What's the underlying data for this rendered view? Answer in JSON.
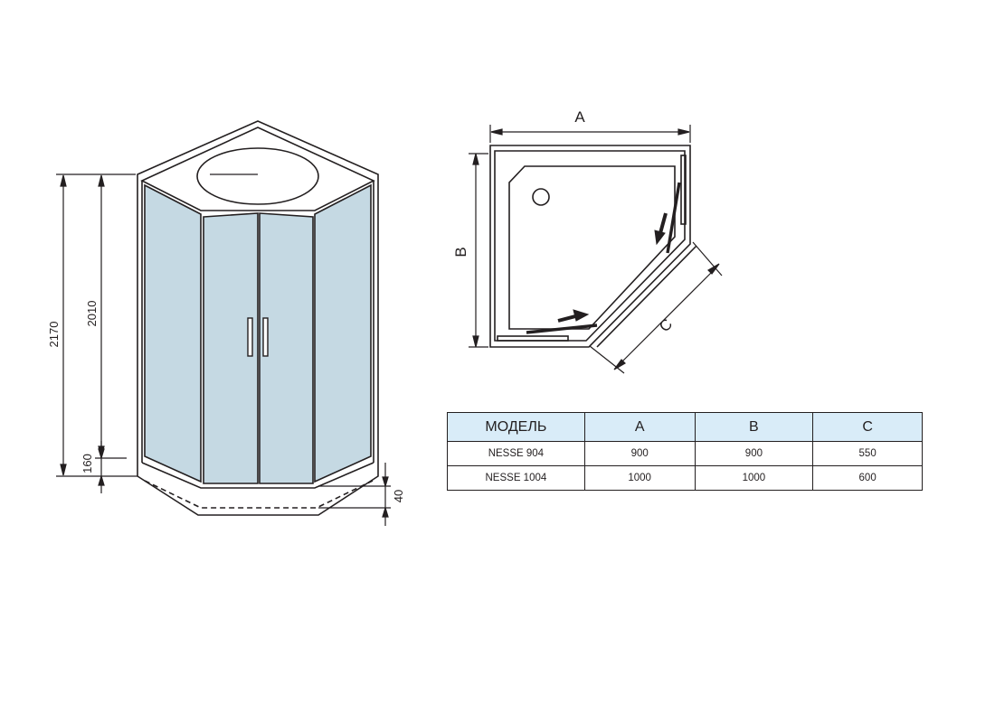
{
  "colors": {
    "line": "#231f20",
    "glass": "#c5d9e3",
    "table_header": "#d9ecf8"
  },
  "elevation": {
    "dim_total_height": "2170",
    "dim_cabin_height": "2010",
    "dim_tray_height": "160",
    "dim_tray_depth": "40"
  },
  "plan": {
    "label_a": "A",
    "label_b": "B",
    "label_c": "C"
  },
  "table": {
    "headers": [
      "МОДЕЛЬ",
      "A",
      "B",
      "C"
    ],
    "rows": [
      [
        "NESSE 904",
        "900",
        "900",
        "550"
      ],
      [
        "NESSE 1004",
        "1000",
        "1000",
        "600"
      ]
    ]
  }
}
